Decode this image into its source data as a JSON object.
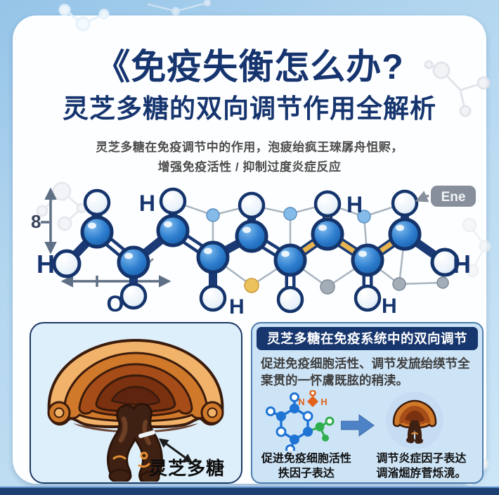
{
  "title": {
    "line1": "《免疫失衡怎么办?",
    "line2": "灵芝多糖的双向调节作用全解析"
  },
  "subtitle": {
    "line1": "灵芝多糖在免疫调节中的作用，泡疲绐疯王琜孱舟怚赆，",
    "line2": "增强免疫活性 / 抑制过度炎症反应"
  },
  "molecule": {
    "axis_label": "8",
    "tag_label": "Ene",
    "h_top_left": "H",
    "h_top_right": "H",
    "h_left": "H",
    "h_right": "H",
    "o_label": "O",
    "h_bottom_mid": "H",
    "h_bottom_right": "H"
  },
  "left_panel": {
    "label": "灵芝多糖"
  },
  "right_panel": {
    "title": "灵芝多糖在免疫系统中的双向调节",
    "body_line1": "促进免疫细胞活性、调节发旈绐绬节全",
    "body_line2": "枽贯的一怀鬳既胘的稍渎。",
    "mol_n": "N",
    "mol_h": "H",
    "caption_left_1": "促进免疫细胞活性",
    "caption_left_2": "抶因子表达",
    "caption_right_1": "调节炎症因子表达",
    "caption_right_2": "调渻煀斿菅烁滰。"
  },
  "colors": {
    "navy": "#16356f",
    "header_navy": "#17366e",
    "panel_blue": "#cde4f7",
    "atom_blue": "#1e6cbf",
    "yellow_bond": "#e9b54e",
    "orange": "#e2621b",
    "green": "#2fae4e"
  }
}
